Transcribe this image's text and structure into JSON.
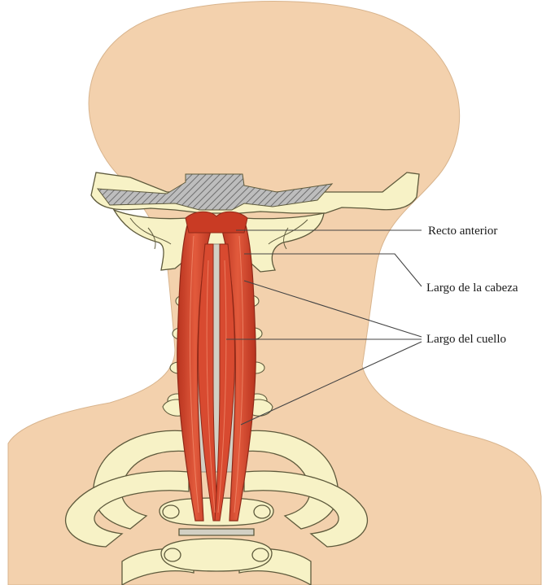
{
  "labels": {
    "recto_anterior": "Recto anterior",
    "largo_cabeza": "Largo de la cabeza",
    "largo_cuello": "Largo del cuello"
  },
  "colors": {
    "skin": "#f3d1ad",
    "bone": "#f7f2c6",
    "bone_outline": "#5e5a3c",
    "muscle": "#d9472f",
    "muscle_dark": "#9e2c1c",
    "leader_line": "#444444",
    "hatch": "#8a8a8a"
  }
}
